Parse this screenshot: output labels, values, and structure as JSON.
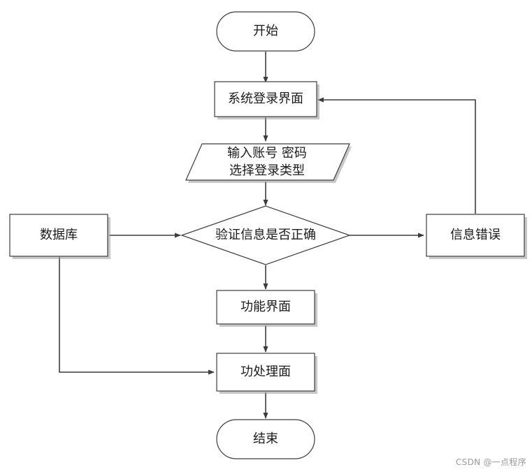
{
  "nodes": {
    "start": "开始",
    "login_ui": "系统登录界面",
    "input_line1": "输入账号 密码",
    "input_line2": "选择登录类型",
    "validate": "验证信息是否正确",
    "info_error": "信息错误",
    "database": "数据库",
    "function_ui": "功能界面",
    "process_ui": "功处理面",
    "end": "结束"
  },
  "watermark": "CSDN @一点程序"
}
